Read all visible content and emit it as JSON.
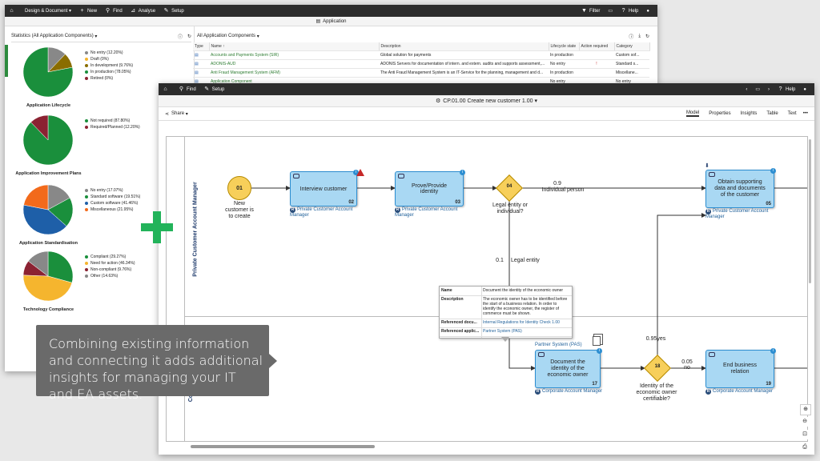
{
  "back_window": {
    "nav": {
      "design": "Design & Document",
      "new": "New",
      "find": "Find",
      "analyse": "Analyse",
      "setup": "Setup",
      "filter": "Filter",
      "help": "Help"
    },
    "title": "Application",
    "stats_pane": {
      "header": "Statistics (All Application Components)",
      "charts": [
        {
          "title": "Application Lifecycle",
          "legend": [
            {
              "label": "No entry (12.20%)",
              "color": "#888888"
            },
            {
              "label": "Draft (0%)",
              "color": "#f5b52e"
            },
            {
              "label": "In development (9.76%)",
              "color": "#8a6d00"
            },
            {
              "label": "In production (78.05%)",
              "color": "#1a8f3c"
            },
            {
              "label": "Retired (0%)",
              "color": "#8b2232"
            }
          ]
        },
        {
          "title": "Application Improvement Plans",
          "legend": [
            {
              "label": "Not required (87.80%)",
              "color": "#1a8f3c"
            },
            {
              "label": "Required/Planned (12.20%)",
              "color": "#8b2232"
            }
          ]
        },
        {
          "title": "Application Standardisation",
          "legend": [
            {
              "label": "No entry (17.07%)",
              "color": "#888888"
            },
            {
              "label": "Standard software (19.51%)",
              "color": "#1a8f3c"
            },
            {
              "label": "Custom software (41.46%)",
              "color": "#1e5fa8"
            },
            {
              "label": "Miscellaneous (21.95%)",
              "color": "#f26a1b"
            }
          ]
        },
        {
          "title": "Technology Compliance",
          "legend": [
            {
              "label": "Compliant (29.27%)",
              "color": "#1a8f3c"
            },
            {
              "label": "Need for action (46.34%)",
              "color": "#f5b52e"
            },
            {
              "label": "Non-compliant (9.76%)",
              "color": "#8b2232"
            },
            {
              "label": "Other (14.63%)",
              "color": "#888888"
            }
          ]
        }
      ]
    },
    "list_pane": {
      "header": "All Application Components",
      "columns": [
        "Type",
        "Name ↑",
        "Description",
        "Lifecycle state",
        "Action required",
        "Category"
      ],
      "rows": [
        {
          "name": "Accounts and Payments System (SIR)",
          "description": "Global solution for payments",
          "state": "In production",
          "action": "",
          "category": "Custom sof..."
        },
        {
          "name": "ADONIS-AUD",
          "description": "ADONIS Servers for documentation of intern. and extern. audits and supports assessment,...",
          "state": "No entry",
          "action": "!",
          "category": "Standard s..."
        },
        {
          "name": "Anti Fraud Management System (AFM)",
          "description": "The Anti Fraud Management System is an IT-Service for the planning, management and d...",
          "state": "In production",
          "action": "",
          "category": "Miscellane..."
        },
        {
          "name": "Application Component",
          "description": "",
          "state": "No entry",
          "action": "",
          "category": "No entry"
        }
      ]
    }
  },
  "front_window": {
    "nav": {
      "find": "Find",
      "setup": "Setup",
      "help": "Help"
    },
    "title": "CP.01.00 Create new customer 1.00",
    "share": "Share",
    "tabs": [
      "Model",
      "Properties",
      "Insights",
      "Table",
      "Text"
    ],
    "lane1": "Private Customer Account Manager",
    "lane2_partial": "Co",
    "start": {
      "num": "01",
      "label": "New customer is to create"
    },
    "tasks": [
      {
        "id": "t02",
        "label": "Interview customer",
        "num": "02",
        "role": "Private Customer Account Manager"
      },
      {
        "id": "t03",
        "label": "Prove/Provide identity",
        "num": "03",
        "role": "Private Customer Account Manager"
      },
      {
        "id": "t05",
        "label": "Obtain supporting data and documents of the customer",
        "num": "05",
        "role": "Private Customer Account Manager"
      },
      {
        "id": "t17",
        "label": "Document the identity of the economic owner",
        "num": "17",
        "role": "Corporate Account Manager",
        "system": "Partner System (PAS)"
      },
      {
        "id": "t19",
        "label": "End business relation",
        "num": "19",
        "role": "Corporate Account Manager"
      }
    ],
    "decisions": [
      {
        "num": "04",
        "label": "Legal entity or individual?"
      },
      {
        "num": "18",
        "label": "Identity of the economic owner certifiable?"
      }
    ],
    "edges": [
      {
        "prob": "0.9",
        "label": "Individual person"
      },
      {
        "prob": "0.1",
        "label": "Legal entity"
      },
      {
        "prob": "0.95",
        "label": "yes"
      },
      {
        "prob": "0.05",
        "label": "no"
      }
    ],
    "tooltip": {
      "rows": [
        {
          "k": "Name",
          "v": "Document the identity of the economic owner"
        },
        {
          "k": "Description",
          "v": "The economic owner has to be identified before the start of a business relation. In order to identify the economic owner, the register of commerce must be shown."
        },
        {
          "k": "Referenced docu...",
          "v": "Internal Regulations for Identity Check 1.00"
        },
        {
          "k": "Referenced applic...",
          "v": "Partner System (PAS)"
        }
      ]
    }
  },
  "callout": {
    "text": "Combining existing information and connecting it adds additional insights for managing your IT and EA assets."
  }
}
